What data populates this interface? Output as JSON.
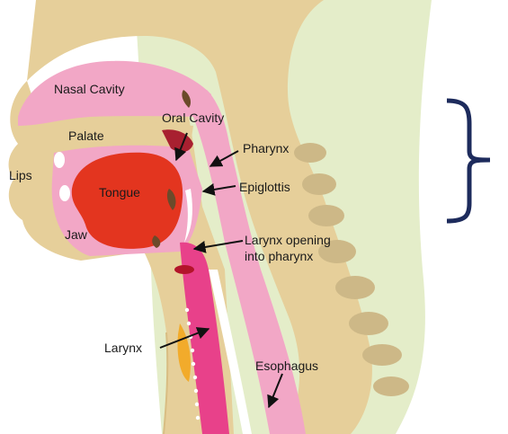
{
  "labels": {
    "nasal_cavity": "Nasal Cavity",
    "oral_cavity": "Oral Cavity",
    "palate": "Palate",
    "pharynx": "Pharynx",
    "lips": "Lips",
    "tongue": "Tongue",
    "epiglottis": "Epiglottis",
    "jaw": "Jaw",
    "larynx_opening_line1": "Larynx opening",
    "larynx_opening_line2": "into pharynx",
    "larynx": "Larynx",
    "esophagus": "Esophagus"
  },
  "colors": {
    "bone": "#e6cf9a",
    "bone_edge": "#d8bd83",
    "tissue": "#f2a7c6",
    "cavity": "#f7c6da",
    "neck": "#e4edc9",
    "tongue": "#e3351f",
    "larynx": "#e8418a",
    "fat": "#f2ab2b",
    "vertebra": "#cdb887",
    "teeth": "#ffffff",
    "brace": "#1d2b5c",
    "arrow": "#111111"
  }
}
